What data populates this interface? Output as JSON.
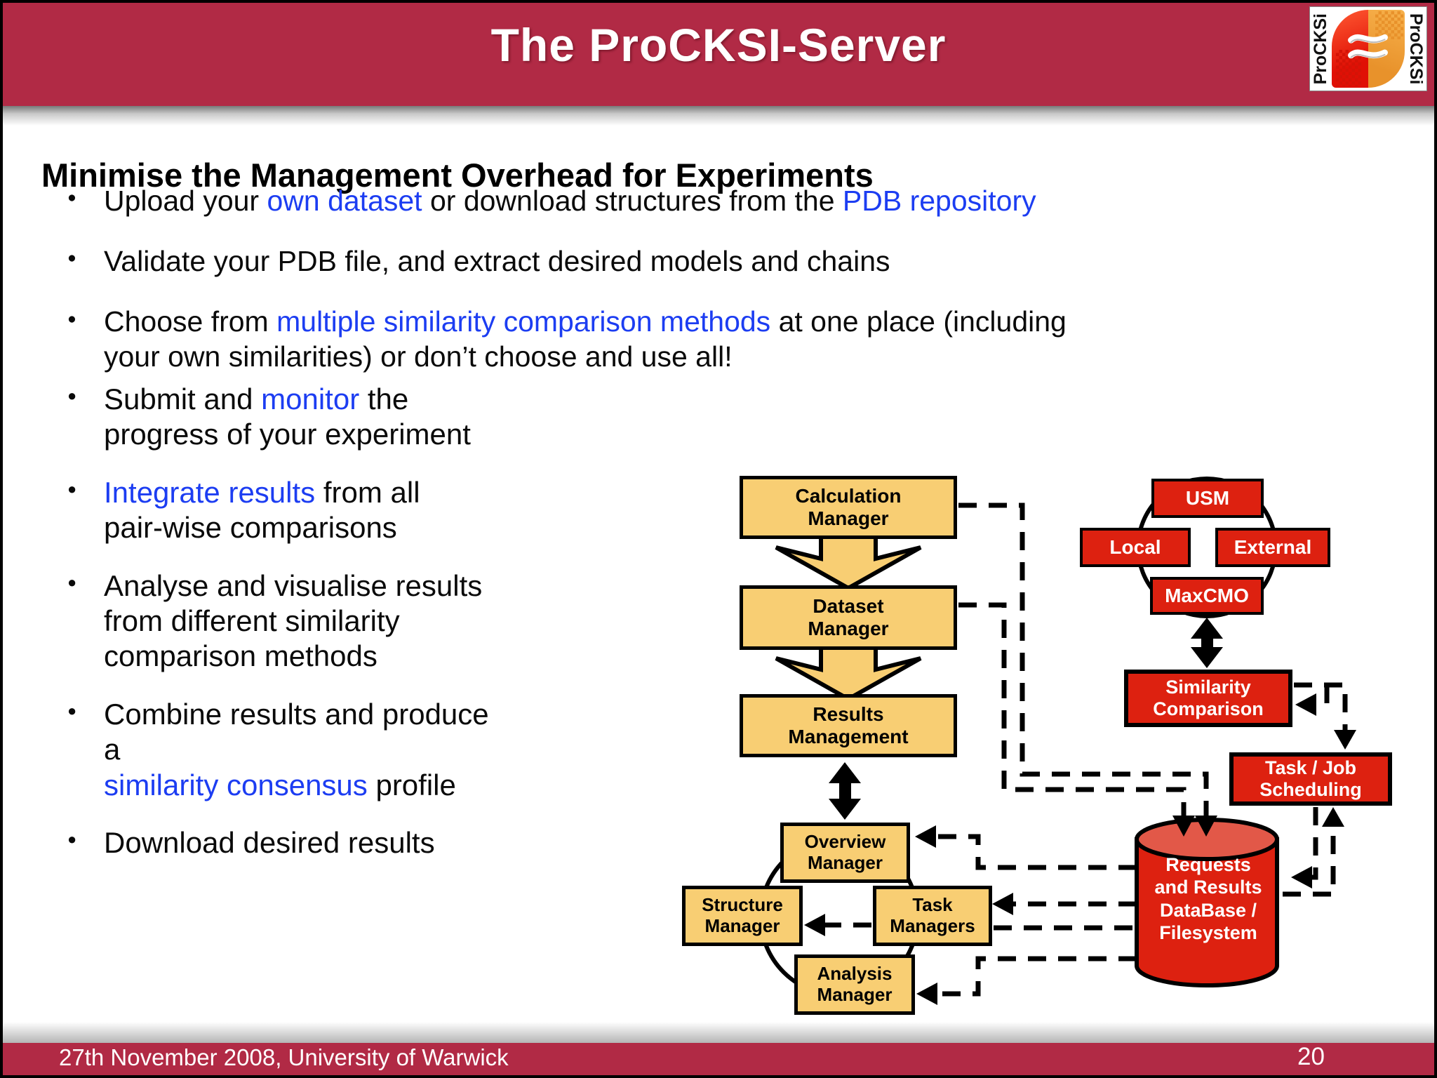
{
  "slide": {
    "title": "The ProCKSI-Server",
    "heading": "Minimise the Management Overhead for Experiments",
    "footer_text": "27th November 2008, University of Warwick",
    "page_number": "20"
  },
  "logo": {
    "text_left": "ProCKSi",
    "text_right": "ProCKSi"
  },
  "colors": {
    "header_bg": "#B12A45",
    "accent_blue": "#1C3DF2",
    "box_tan": "#F8CE73",
    "box_red": "#DD2110",
    "cylinder_top": "#E25848"
  },
  "bullets_top": [
    [
      {
        "t": "Upload your "
      },
      {
        "t": "own dataset",
        "blue": true
      },
      {
        "t": " or download structures from the "
      },
      {
        "t": "PDB repository",
        "blue": true
      }
    ],
    [
      {
        "t": "Validate your PDB file, and extract desired models and chains"
      }
    ],
    [
      {
        "t": "Choose from "
      },
      {
        "t": "multiple similarity comparison methods",
        "blue": true
      },
      {
        "t": " at one place (including\nyour own similarities) or don’t choose and use all!"
      }
    ]
  ],
  "bullets_left": [
    [
      {
        "t": "Submit and "
      },
      {
        "t": "monitor",
        "blue": true
      },
      {
        "t": " the\nprogress of your experiment"
      }
    ],
    [
      {
        "t": "Integrate results",
        "blue": true
      },
      {
        "t": " from all\npair-wise comparisons"
      }
    ],
    [
      {
        "t": "Analyse and visualise results\nfrom different similarity\ncomparison methods"
      }
    ],
    [
      {
        "t": "Combine results and produce a\n"
      },
      {
        "t": "similarity consensus",
        "blue": true
      },
      {
        "t": " profile"
      }
    ],
    [
      {
        "t": "Download desired results"
      }
    ]
  ],
  "diagram": {
    "calculation_manager": "Calculation\nManager",
    "dataset_manager": "Dataset\nManager",
    "results_management": "Results\nManagement",
    "overview_manager": "Overview\nManager",
    "structure_manager": "Structure\nManager",
    "task_managers": "Task\nManagers",
    "analysis_manager": "Analysis\nManager",
    "usm": "USM",
    "local": "Local",
    "external": "External",
    "maxcmo": "MaxCMO",
    "similarity_comparison": "Similarity\nComparison",
    "task_job_scheduling": "Task / Job\nScheduling",
    "database": "Requests\nand Results\nDataBase /\nFilesystem"
  }
}
